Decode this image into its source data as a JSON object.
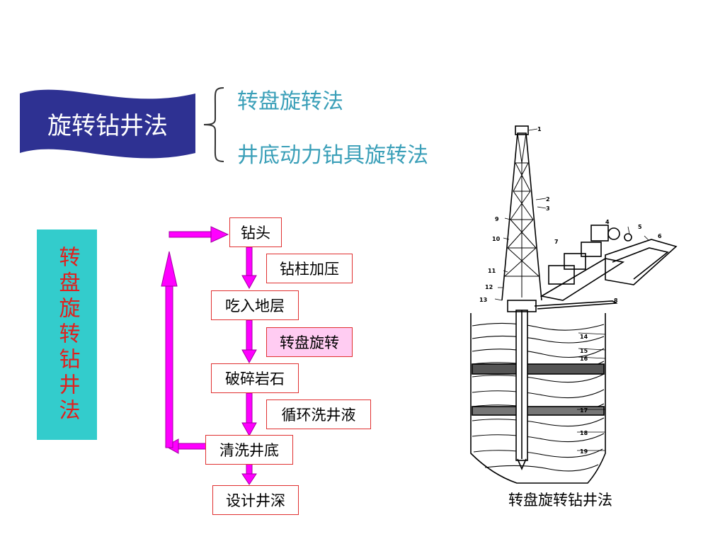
{
  "title": {
    "text": "旋转钻井法"
  },
  "methods": [
    "转盘旋转法",
    "井底动力钻具旋转法"
  ],
  "side_title": "转盘旋转钻井法",
  "flow": {
    "steps": [
      "钻头",
      "吃入地层",
      "破碎岩石",
      "清洗井底",
      "设计井深"
    ],
    "actions": [
      "钻柱加压",
      "转盘旋转",
      "循环洗井液"
    ]
  },
  "rig": {
    "caption": "转盘旋转钻井法",
    "labels": [
      "1",
      "2",
      "3",
      "4",
      "5",
      "6",
      "7",
      "8",
      "9",
      "10",
      "11",
      "12",
      "13",
      "14",
      "15",
      "16",
      "17",
      "18",
      "19"
    ]
  },
  "colors": {
    "banner": "#2e3192",
    "accent": "#3a9fb8",
    "side_bg": "#33cccc",
    "side_text": "#e0201e",
    "arrow": "#ff00ff",
    "box_border": "#e03030",
    "highlight": "#ffccf2"
  }
}
